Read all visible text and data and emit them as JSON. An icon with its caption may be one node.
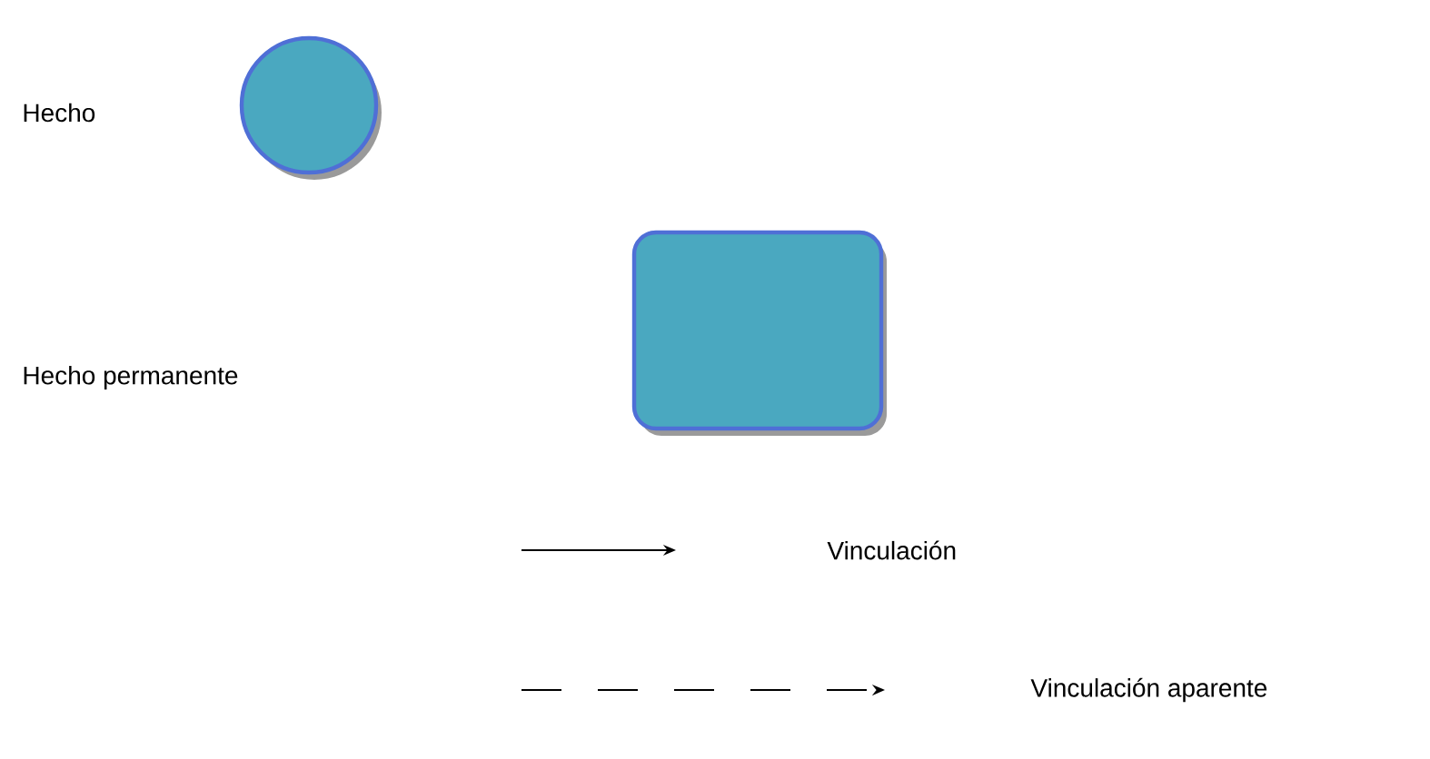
{
  "diagram": {
    "legend": [
      {
        "text": "Hecho"
      },
      {
        "text": "Hecho permanente"
      },
      {
        "text": "Vinculación"
      },
      {
        "text": "Vinculación aparente"
      }
    ]
  }
}
